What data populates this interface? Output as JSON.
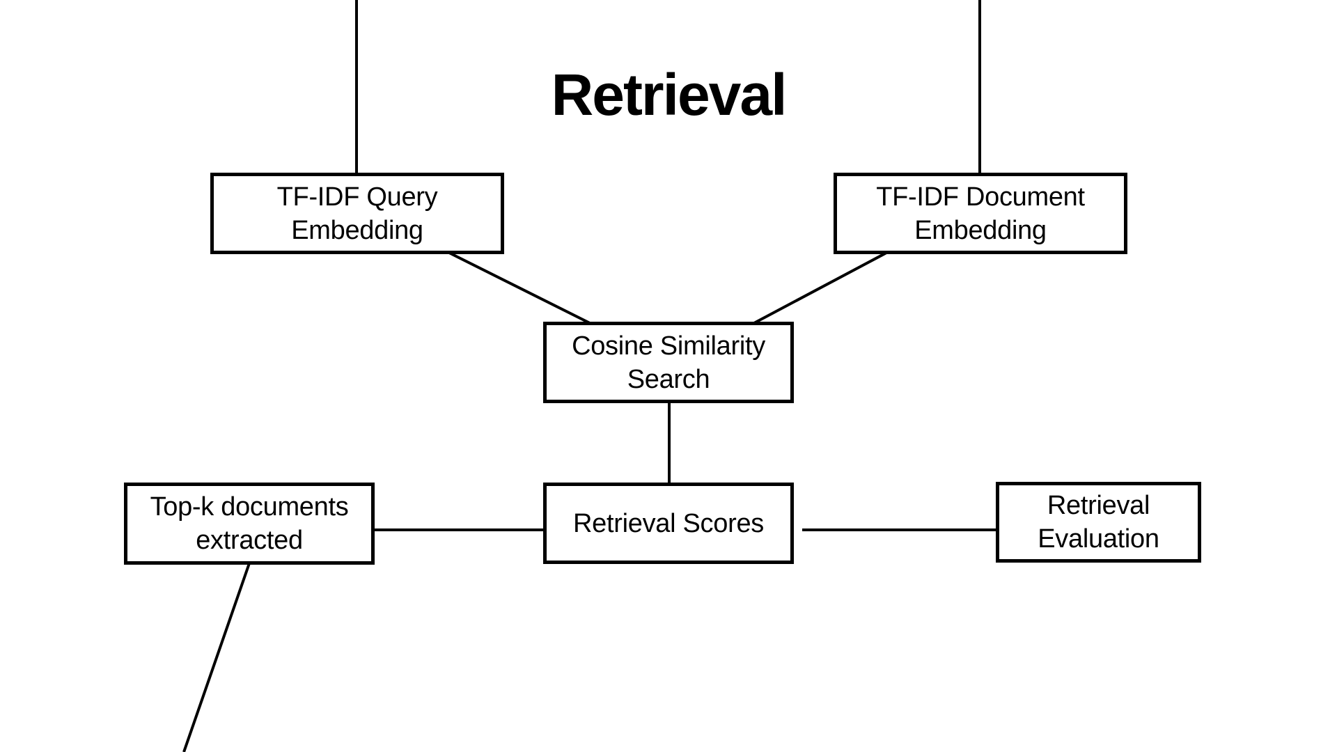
{
  "diagram": {
    "title": "Retrieval",
    "nodes": [
      {
        "id": "tfidf-query-embedding",
        "label": "TF-IDF Query Embedding",
        "lines": [
          "TF-IDF Query",
          "Embedding"
        ]
      },
      {
        "id": "tfidf-document-embedding",
        "label": "TF-IDF Document Embedding",
        "lines": [
          "TF-IDF Document",
          "Embedding"
        ]
      },
      {
        "id": "cosine-similarity-search",
        "label": "Cosine Similarity Search",
        "lines": [
          "Cosine Similarity",
          "Search"
        ]
      },
      {
        "id": "retrieval-scores",
        "label": "Retrieval Scores",
        "lines": [
          "Retrieval Scores"
        ]
      },
      {
        "id": "top-k-documents-extracted",
        "label": "Top-k documents extracted",
        "lines": [
          "Top-k documents",
          "extracted"
        ]
      },
      {
        "id": "retrieval-evaluation",
        "label": "Retrieval Evaluation",
        "lines": [
          "Retrieval",
          "Evaluation"
        ]
      }
    ],
    "edges": [
      {
        "from": "offscreen-top-left",
        "to": "tfidf-query-embedding"
      },
      {
        "from": "offscreen-top-right",
        "to": "tfidf-document-embedding"
      },
      {
        "from": "tfidf-query-embedding",
        "to": "cosine-similarity-search"
      },
      {
        "from": "tfidf-document-embedding",
        "to": "cosine-similarity-search"
      },
      {
        "from": "cosine-similarity-search",
        "to": "retrieval-scores"
      },
      {
        "from": "top-k-documents-extracted",
        "to": "retrieval-scores"
      },
      {
        "from": "retrieval-scores",
        "to": "retrieval-evaluation"
      },
      {
        "from": "top-k-documents-extracted",
        "to": "offscreen-bottom-left"
      }
    ],
    "colors": {
      "background": "#ffffff",
      "node_fill": "#ffffff",
      "node_border": "#000000",
      "edge_line": "#000000",
      "text": "#000000"
    }
  }
}
